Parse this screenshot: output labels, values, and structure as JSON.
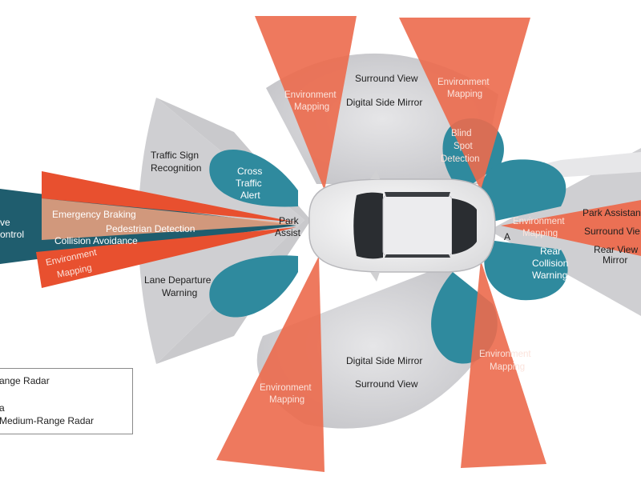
{
  "colors": {
    "long_range_radar": "#e8502f",
    "camera": "#cfcfd2",
    "short_medium_range_radar": "#2f8a9e",
    "dark_teal": "#1f5d6e",
    "car_body": "#f2f2f2",
    "glass": "#2a2d31"
  },
  "labels": {
    "adaptive_cruise_line1": "ve",
    "adaptive_cruise_line2": "ontrol",
    "emergency_braking": "Emergency Braking",
    "pedestrian_detection": "Pedestrian Detection",
    "collision_avoidance": "Collision Avoidance",
    "env_mapping_front_line1": "Environment",
    "env_mapping_front_line2": "Mapping",
    "traffic_sign_line1": "Traffic Sign",
    "traffic_sign_line2": "Recognition",
    "cross_traffic_line1": "Cross",
    "cross_traffic_line2": "Traffic",
    "cross_traffic_line3": "Alert",
    "park_assist_front_line1": "Park",
    "park_assist_front_line2": "Assist",
    "lane_departure_line1": "Lane Departure",
    "lane_departure_line2": "Warning",
    "surround_view_top": "Surround View",
    "digital_side_mirror_top": "Digital Side Mirror",
    "env_mapping_top_left_line1": "Environment",
    "env_mapping_top_left_line2": "Mapping",
    "env_mapping_top_right_line1": "Environment",
    "env_mapping_top_right_line2": "Mapping",
    "blind_spot_line1": "Blind",
    "blind_spot_line2": "Spot",
    "blind_spot_line3": "Detection",
    "env_mapping_rear_line1": "Environment",
    "env_mapping_rear_line2": "Mapping",
    "rear_partial": "A",
    "park_assistance_rear": "Park Assistanc",
    "surround_view_rear": "Surround Vie",
    "rear_view_mirror_line1": "Rear View",
    "rear_view_mirror_line2": "Mirror",
    "rear_collision_line1": "Rear",
    "rear_collision_line2": "Collision",
    "rear_collision_line3": "Warning",
    "digital_side_mirror_bottom": "Digital Side Mirror",
    "surround_view_bottom": "Surround View",
    "env_mapping_bottom_left_line1": "Environment",
    "env_mapping_bottom_left_line2": "Mapping",
    "env_mapping_bottom_right_line1": "Environment",
    "env_mapping_bottom_right_line2": "Mapping"
  },
  "legend": {
    "long_range_radar": "ange Radar",
    "camera": "a",
    "short_medium_range_radar": "Medium-Range Radar"
  }
}
